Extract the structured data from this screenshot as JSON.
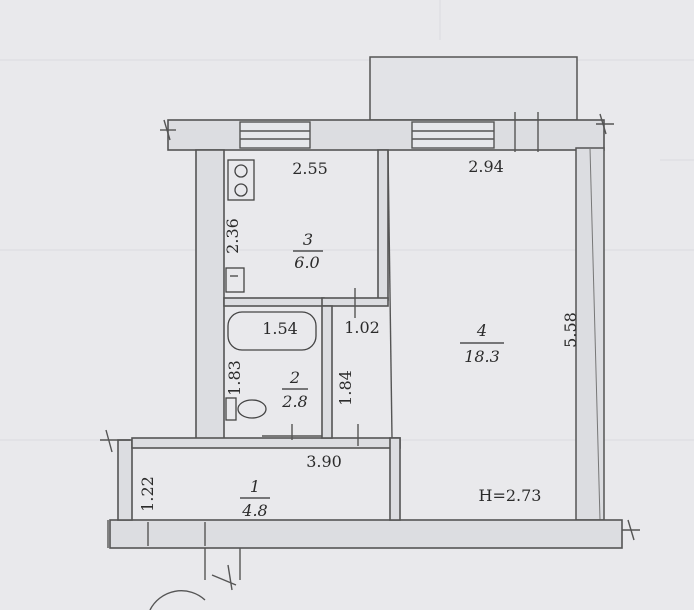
{
  "rooms": [
    {
      "number": "1",
      "area": "4.8"
    },
    {
      "number": "2",
      "area": "2.8"
    },
    {
      "number": "3",
      "area": "6.0"
    },
    {
      "number": "4",
      "area": "18.3"
    }
  ],
  "dimensions": {
    "kitchen_width": "2.55",
    "kitchen_depth": "2.36",
    "room_width": "2.94",
    "room_depth": "5.58",
    "bath_width": "1.54",
    "bath_depth": "1.83",
    "closet_width": "1.02",
    "bath_side": "1.84",
    "hall_width": "3.90",
    "hall_depth": "1.22"
  },
  "ceiling_height": "H=2.73",
  "colors": {
    "background": "#e9e9ec",
    "wall_fill": "#dcdde1",
    "line": "#555555",
    "text": "#2b2b2b"
  }
}
